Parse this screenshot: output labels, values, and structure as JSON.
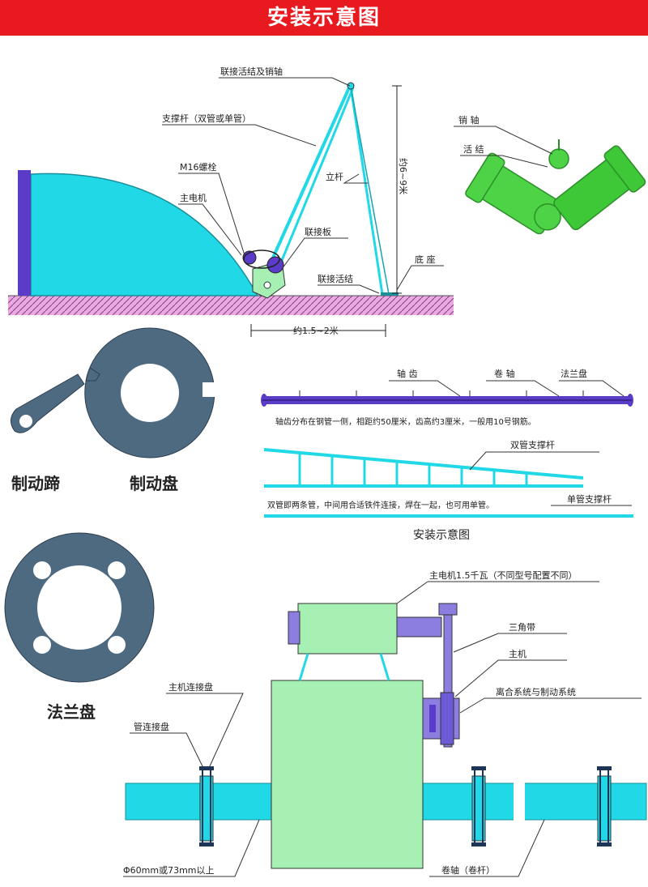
{
  "header": {
    "title": "安装示意图"
  },
  "installation": {
    "labels": {
      "top_hinge": "联接活结及销轴",
      "support_rod": "支撑杆（双管或单管）",
      "bolt": "M16螺栓",
      "main_motor": "主电机",
      "upright": "立杆",
      "connect_plate": "联接板",
      "connect_hinge": "联接活结",
      "base": "底 座",
      "height": "约6~9米",
      "width": "约1.5~2米"
    }
  },
  "pin_detail": {
    "pin": "销 轴",
    "hinge": "活 结"
  },
  "brake": {
    "pad": "制动蹄",
    "disc": "制动盘"
  },
  "flange": {
    "label": "法兰盘"
  },
  "shaft": {
    "teeth": "轴 齿",
    "reel": "卷 轴",
    "flange": "法兰盘",
    "note": "轴齿分布在钢管一侧，相距约50厘米，齿高约3厘米，一般用10号钢筋。"
  },
  "rods": {
    "double": "双管支撑杆",
    "note": "双管即两条管，中间用合适铁件连接，焊在一起，也可用单管。",
    "single": "单管支撑杆",
    "caption": "安装示意图"
  },
  "machine": {
    "motor": "主电机1.5千瓦（不同型号配置不同）",
    "vbelt": "三角带",
    "host": "主机",
    "clutch": "离合系统与制动系统",
    "host_plate": "主机连接盘",
    "pipe_plate": "管连接盘",
    "pipe_dia": "Φ60mm或73mm以上",
    "reel": "卷轴（卷杆）"
  },
  "colors": {
    "banner": "#e8191f",
    "cyan": "#21d9e6",
    "purple": "#5b3cc8",
    "light_green": "#a6f0b4",
    "bright_green": "#4fd346",
    "steel": "#4e6a80",
    "ground": "#e9a9e1"
  }
}
